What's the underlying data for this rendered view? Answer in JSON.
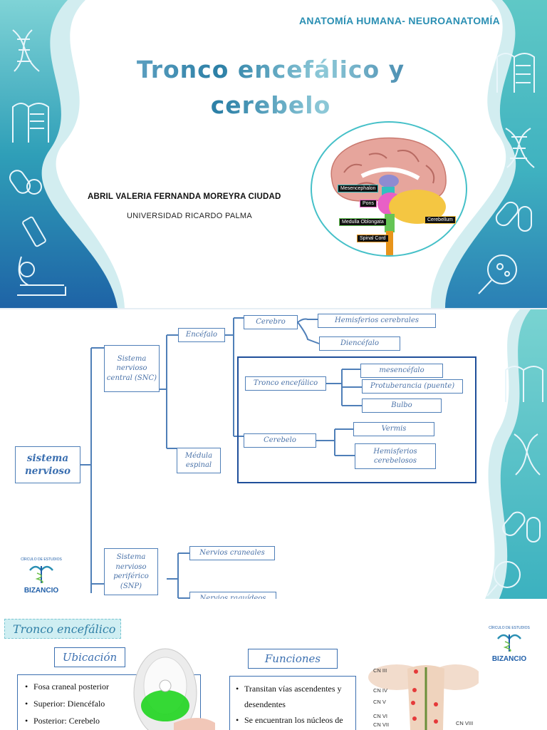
{
  "slide1": {
    "course": "ANATOMÍA HUMANA- NEUROANATOMÍA",
    "title_line1": "Tronco encefálico y",
    "title_line2": "cerebelo",
    "author": "ABRIL VALERIA FERNANDA MOREYRA CIUDAD",
    "university": "UNIVERSIDAD RICARDO PALMA",
    "brain_labels": {
      "mesencephalon": "Mesencephalon",
      "pons": "Pons",
      "medulla": "Medulla Oblongata",
      "cerebellum": "Cerebellum",
      "spinal_cord": "Spinal Cord"
    }
  },
  "slide2": {
    "root": "sistema nervioso",
    "snc": "Sistema nervioso central (SNC)",
    "snp": "Sistema nervioso periférico (SNP)",
    "encefalo": "Encéfalo",
    "medula": "Médula espinal",
    "cerebro": "Cerebro",
    "hemisferios_cerebrales": "Hemisferios cerebrales",
    "diencefalo": "Diencéfalo",
    "tronco": "Tronco encefálico",
    "mesencefalo": "mesencéfalo",
    "protuberancia": "Protuberancia (puente)",
    "bulbo": "Bulbo",
    "cerebelo": "Cerebelo",
    "vermis": "Vermis",
    "hemisferios_cerebelosos": "Hemisferios cerebelosos",
    "nervios_craneales": "Nervios craneales",
    "nervios_raquideos": "Nervios raquídeos",
    "logo_small": "CÍRCULO DE ESTUDIOS",
    "logo_name": "BIZANCIO"
  },
  "slide3": {
    "heading": "Tronco encefálico",
    "ubicacion_title": "Ubicación",
    "ubicacion_items": [
      "Fosa craneal posterior",
      "Superior: Diencéfalo",
      "Posterior: Cerebelo"
    ],
    "funciones_title": "Funciones",
    "funciones_items": [
      "Transitan vías ascendentes y desendentes",
      "Se encuentran los núcleos de"
    ],
    "cranial_nerves": [
      "CN III",
      "CN IV",
      "CN V",
      "CN VI",
      "CN VII",
      "CN VIII"
    ],
    "logo_small": "CÍRCULO DE ESTUDIOS",
    "logo_name": "BIZANCIO"
  },
  "colors": {
    "teal": "#2a8fb3",
    "box_blue": "#4f7fb8",
    "deep_blue": "#1f5ea8"
  }
}
